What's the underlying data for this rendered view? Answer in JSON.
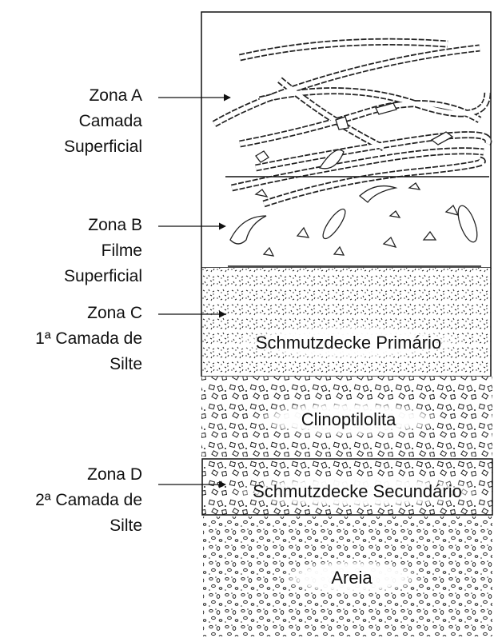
{
  "zones": [
    {
      "lines": [
        "Zona A",
        "Camada",
        "Superficial"
      ]
    },
    {
      "lines": [
        "Zona B",
        "Filme",
        "Superficial"
      ]
    },
    {
      "lines": [
        "Zona C",
        "1ª Camada de",
        "Silte"
      ]
    },
    {
      "lines": [
        "Zona D",
        "2ª Camada de",
        "Silte"
      ]
    }
  ],
  "layers": {
    "schmutzdecke_primario": "Schmutzdecke Primário",
    "clinoptilolita": "Clinoptilolita",
    "schmutzdecke_secundario": "Schmutzdecke Secundário",
    "areia": "Areia"
  }
}
